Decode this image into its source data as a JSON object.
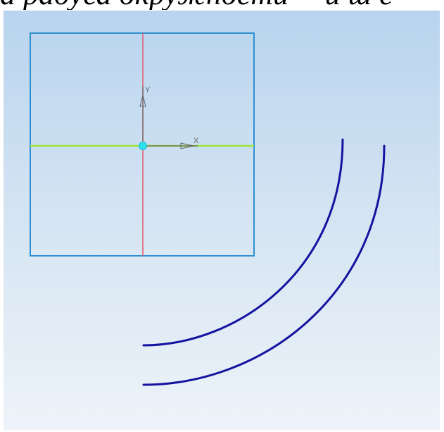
{
  "caption": {
    "text": "а радуса окружности ≡ и ш е"
  },
  "sketch": {
    "axis_x_label": "X",
    "axis_y_label": "Y"
  },
  "colors": {
    "frame": "#2f8fd1",
    "vertical_axis": "#e05a6a",
    "horizontal_axis": "#9be33a",
    "origin": "#2fe0f0",
    "arc": "#1414a0",
    "axis_arrow": "#666666"
  }
}
